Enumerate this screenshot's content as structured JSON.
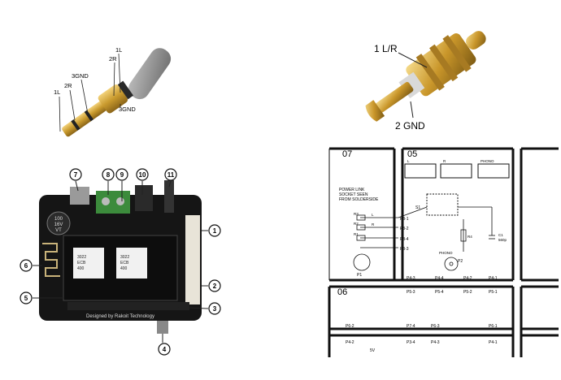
{
  "trs_plug": {
    "labels_left": {
      "l1": "1L",
      "l2": "2R",
      "l3": "3GND"
    },
    "labels_right": {
      "r1": "1L",
      "r2": "2R",
      "r3": "3GND"
    }
  },
  "rca_plug": {
    "pin1": "1 L/R",
    "pin2": "2 GND"
  },
  "board": {
    "callouts": [
      "1",
      "2",
      "3",
      "4",
      "5",
      "6",
      "7",
      "8",
      "9",
      "10",
      "11"
    ],
    "chip1": [
      "3022",
      "ECB",
      "400"
    ],
    "chip2": [
      "3022",
      "ECB",
      "400"
    ],
    "cap_text": [
      "100",
      "16V",
      "VT"
    ],
    "brand": "Designed by Rakoit Technology"
  },
  "schematic": {
    "section_07": "07",
    "section_05": "05",
    "section_06": "06",
    "col_l": "L",
    "col_r": "R",
    "col_phono": "PHONO",
    "note": [
      "POWER LINK",
      "SOCKET SEEN",
      "FROM SOLDERSIDE"
    ],
    "s1": "S1",
    "p1": "P1",
    "p2": "P2",
    "phono_label": "PHONO",
    "r_labels": [
      "R3",
      "R2",
      "R1",
      "R4"
    ],
    "pin_labels": [
      "P3-1",
      "P3-2",
      "P3-4",
      "P3-3"
    ],
    "signal_letters": [
      "L",
      "R"
    ],
    "cap": [
      "C1",
      "560p"
    ],
    "lower_row": [
      "P4-3",
      "P4-4",
      "P4-2",
      "P4-1"
    ],
    "lower_row2": [
      "P5-3",
      "P5-4",
      "P5-2",
      "P5-1"
    ],
    "bottom_row": [
      "P6-2",
      "P7-4",
      "P6-3",
      "P6-1"
    ],
    "bottom_row2": [
      "P4-2",
      "P3-4",
      "P4-3",
      "P4-1"
    ],
    "bottom_extra": "5V"
  }
}
